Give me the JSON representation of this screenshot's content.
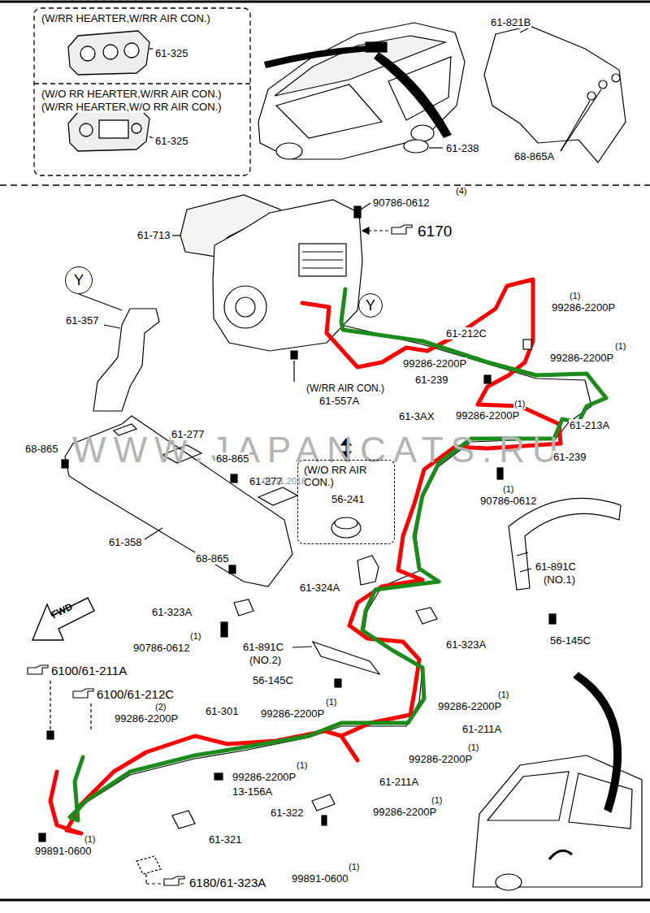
{
  "diagram": {
    "nodes": [
      {
        "text": [
          "(W/RR HEARTER,W/RR AIR CON.)",
          "61-325"
        ]
      },
      {
        "text": [
          "(W/O RR HEARTER,W/RR AIR CON.)",
          "(W/RR HEARTER,W/O RR AIR CON.)",
          "61-325"
        ]
      },
      {
        "text": [
          "(W/O RR AIR CON.)",
          "56-241"
        ]
      },
      {
        "text": [
          "Y"
        ]
      },
      {
        "text": [
          "Y"
        ]
      }
    ],
    "labels": [
      "61-821B",
      "61-238",
      "68-865A",
      "(4)",
      "90786-0612",
      "6170",
      "61-713",
      "61-357",
      "(1)",
      "99286-2200P",
      "61-212C",
      "(1)",
      "99286-2200P",
      "99286-2200P",
      "61-239",
      "(W/RR AIR CON.)",
      "61-557A",
      "(1)",
      "99286-2200P",
      "61-3AX",
      "61-213A",
      "61-239",
      "(1)",
      "90786-0612",
      "68-865",
      "61-277",
      "68-865",
      "61-277",
      "WWW.JAPANCATS.RU",
      "01.11.2016",
      "61-358",
      "68-865",
      "61-891C",
      "(NO.1)",
      "61-324A",
      "FWD",
      "61-323A",
      "(1)",
      "90786-0612",
      "61-891C",
      "(NO.2)",
      "61-323A",
      "56-145C",
      "6100/61-211A",
      "6100/61-212C",
      "56-145C",
      "(2)",
      "99286-2200P",
      "61-301",
      "(1)",
      "99286-2200P",
      "(1)",
      "99286-2200P",
      "61-211A",
      "(1)",
      "99286-2200P",
      "(1)",
      "99286-2200P",
      "13-156A",
      "61-211A",
      "61-322",
      "(1)",
      "99286-2200P",
      "(1)",
      "99891-0600",
      "61-321",
      "(1)",
      "99891-0600",
      "6180/61-323A"
    ]
  }
}
